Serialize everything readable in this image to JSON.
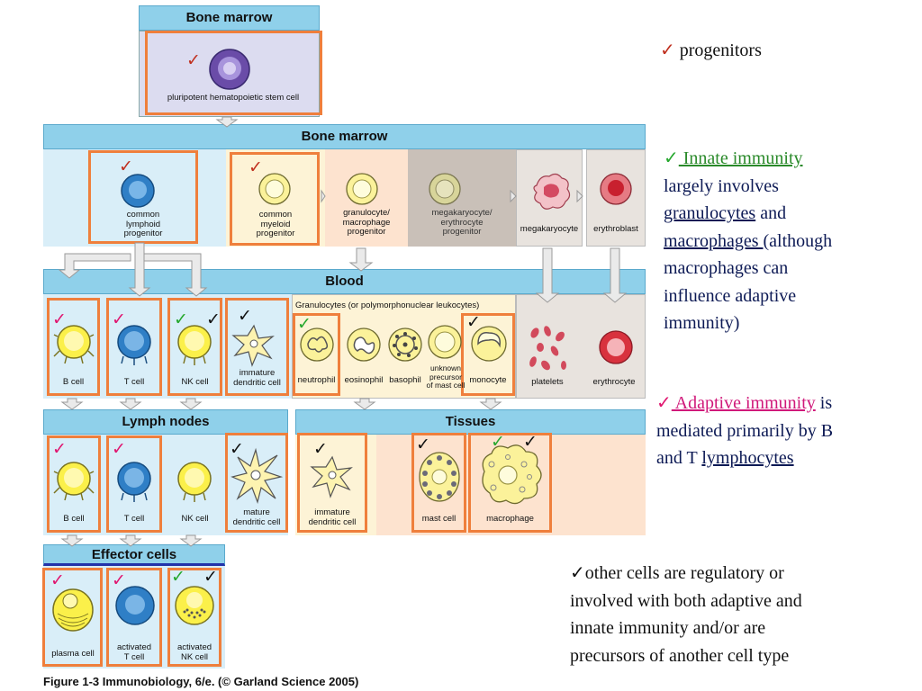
{
  "colors": {
    "band": "#8fd0ea",
    "panel_blue": "#d9eef8",
    "panel_peach": "#fde3cf",
    "panel_grey": "#c9c0b8",
    "highlight_border": "#ef7f3c",
    "check_red": "#c0301f",
    "check_magenta": "#e0156f",
    "check_green": "#26a82e",
    "check_black": "#111111",
    "text_navy": "#0d1a55"
  },
  "bands": {
    "bone_marrow_top": "Bone marrow",
    "bone_marrow_main": "Bone marrow",
    "blood": "Blood",
    "lymph_nodes": "Lymph nodes",
    "tissues": "Tissues",
    "effector_cells": "Effector cells"
  },
  "granulocytes_header": "Granulocytes (or polymorphonuclear leukocytes)",
  "cells": {
    "stem": "pluripotent hematopoietic stem cell",
    "lymphoid_1": "common",
    "lymphoid_2": "lymphoid",
    "lymphoid_3": "progenitor",
    "myeloid_1": "common",
    "myeloid_2": "myeloid",
    "myeloid_3": "progenitor",
    "granmac_1": "granulocyte/",
    "granmac_2": "macrophage",
    "granmac_3": "progenitor",
    "megery_1": "megakaryocyte/",
    "megery_2": "erythrocyte",
    "megery_3": "progenitor",
    "megakaryocyte": "megakaryocyte",
    "erythroblast": "erythroblast",
    "b_cell": "B cell",
    "t_cell": "T cell",
    "nk_cell": "NK cell",
    "imm_dc_1": "immature",
    "imm_dc_2": "dendritic cell",
    "neutrophil": "neutrophil",
    "eosinophil": "eosinophil",
    "basophil": "basophil",
    "unknown_1": "unknown",
    "unknown_2": "precursor",
    "unknown_3": "of mast cell",
    "monocyte": "monocyte",
    "platelets": "platelets",
    "erythrocyte": "erythrocyte",
    "ln_b_cell": "B cell",
    "ln_t_cell": "T cell",
    "ln_nk_cell": "NK cell",
    "mat_dc_1": "mature",
    "mat_dc_2": "dendritic cell",
    "tis_dc_1": "immature",
    "tis_dc_2": "dendritic cell",
    "mast_cell": "mast cell",
    "macrophage": "macrophage",
    "plasma_cell": "plasma cell",
    "act_t_1": "activated",
    "act_t_2": "T cell",
    "act_nk_1": "activated",
    "act_nk_2": "NK cell"
  },
  "caption": "Figure 1-3  Immunobiology, 6/e. (© Garland Science 2005)",
  "checkmark": "✓",
  "notes": {
    "progenitors": "progenitors",
    "innate_title": " Innate immunity",
    "innate_l1": "largely involves",
    "innate_granulocytes": "granulocytes",
    "innate_and": " and",
    "innate_macrophages": "macrophages ",
    "innate_although": "(although",
    "innate_l4": "macrophages can",
    "innate_l5": "influence adaptive",
    "innate_l6": "immunity)",
    "adaptive_title": " Adaptive immunity",
    "adaptive_is": " is",
    "adaptive_l2": "mediated primarily by B",
    "adaptive_l3a": "and T ",
    "adaptive_lymphocytes": "lymphocytes",
    "other_l1": "other cells are regulatory or",
    "other_l2": "involved with both adaptive and",
    "other_l3": "innate immunity and/or are",
    "other_l4": "precursors of another cell type"
  }
}
